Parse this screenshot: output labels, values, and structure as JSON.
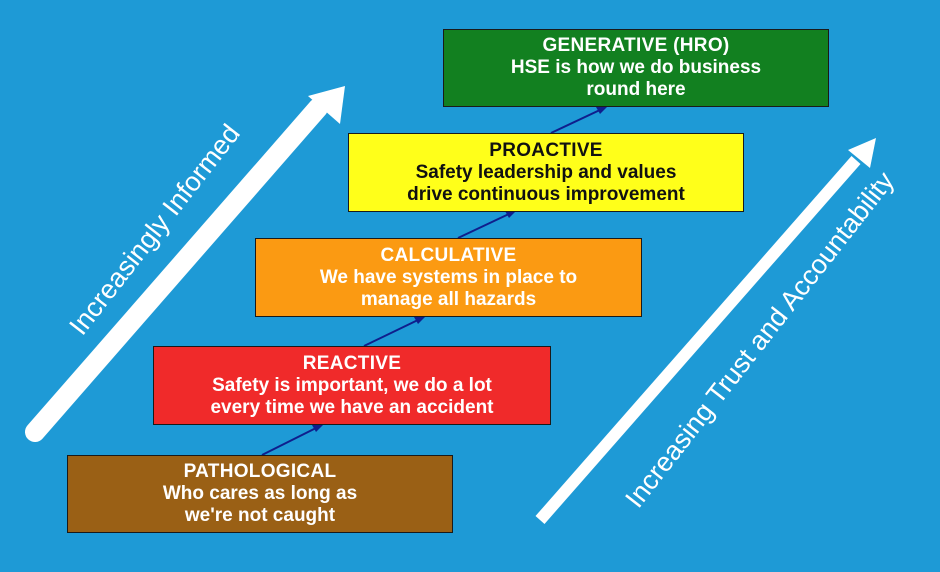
{
  "colors": {
    "background": "#1e9ad6",
    "pathological": "#9a6015",
    "reactive": "#f02a2a",
    "calculative": "#fb9a12",
    "proactive": "#ffff1a",
    "generative": "#128020",
    "connector": "#0f1e8c",
    "arrow": "#ffffff"
  },
  "steps": [
    {
      "id": "pathological",
      "title": "PATHOLOGICAL",
      "desc": "Who cares as long as\nwe're not caught"
    },
    {
      "id": "reactive",
      "title": "REACTIVE",
      "desc": "Safety is important, we do a lot\nevery time we have an accident"
    },
    {
      "id": "calculative",
      "title": "CALCULATIVE",
      "desc": "We have systems in place to\nmanage all hazards"
    },
    {
      "id": "proactive",
      "title": "PROACTIVE",
      "desc": "Safety leadership and values\ndrive continuous improvement"
    },
    {
      "id": "generative",
      "title": "GENERATIVE   (HRO)",
      "desc": "HSE is how we do business\nround here"
    }
  ],
  "left_arrow_label": "Increasingly Informed",
  "right_arrow_label": "Increasing Trust and Accountability"
}
